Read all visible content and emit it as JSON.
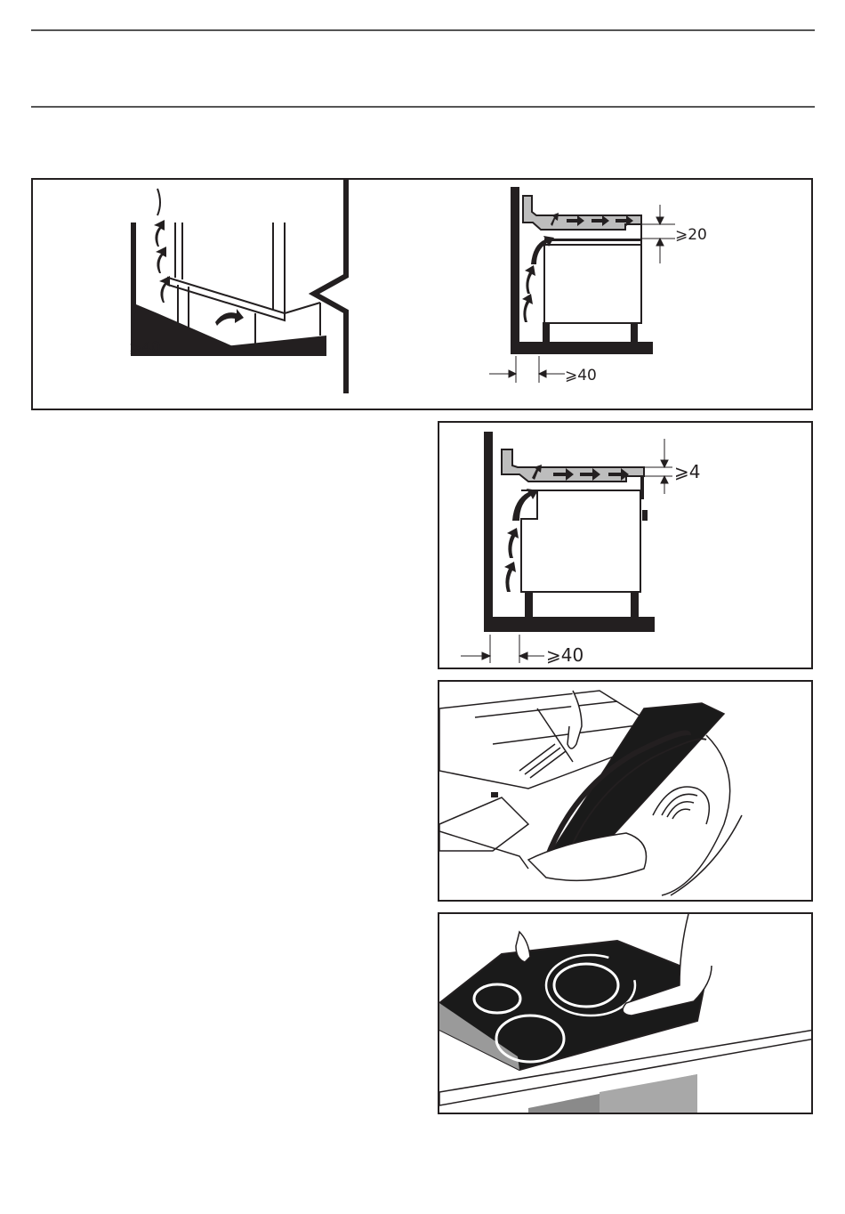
{
  "figure1": {
    "left_label": "⩾40",
    "gap_top_label": "⩾20",
    "gap_side_label": "⩾40"
  },
  "figure2": {
    "gap_top_label": "⩾4",
    "gap_side_label": "⩾40"
  },
  "colors": {
    "ink": "#231f20",
    "rule": "#555555",
    "flow_gray": "#bdbdbd",
    "glass_black": "#1a1a1a",
    "wall_gray": "#8a8a8a"
  }
}
